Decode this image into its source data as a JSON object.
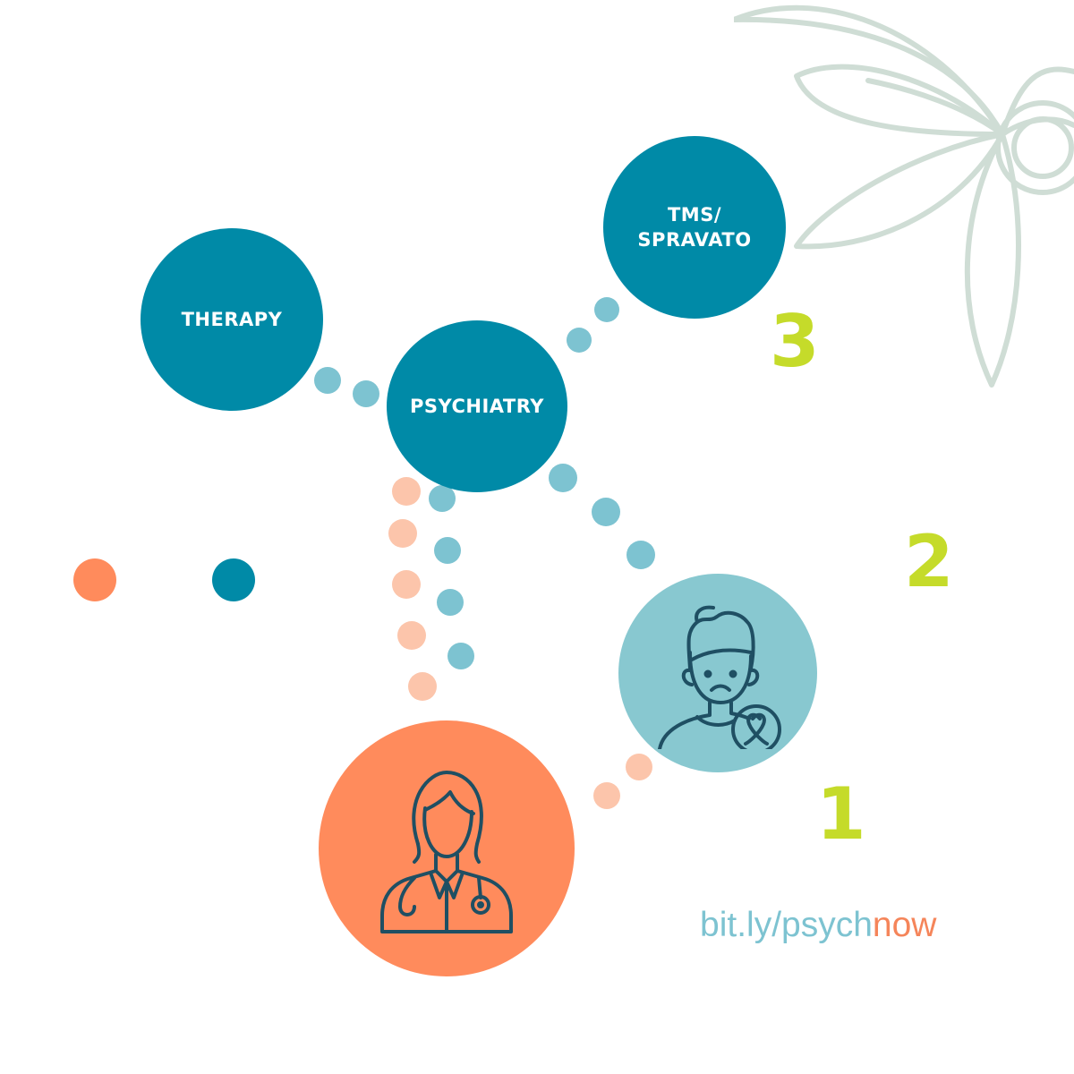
{
  "nodes": {
    "therapy": "THERAPY",
    "psychiatry": "PSYCHIATRY",
    "tms": "TMS/\nSPRAVATO"
  },
  "steps": {
    "one": "1",
    "two": "2",
    "three": "3"
  },
  "url": {
    "prefix": "bit.ly/psych",
    "highlight": "now"
  },
  "icons": {
    "doctor": "female-doctor-icon",
    "patient": "sad-patient-ribbon-icon",
    "decoration": "lotus-outline-icon"
  },
  "colors": {
    "teal": "#008aa7",
    "light_teal": "#88c8d0",
    "light_blue_dot": "#7dc3d1",
    "orange": "#ff8b5c",
    "peach_dot": "#fcc5ab",
    "lime": "#c5db2a",
    "icon_stroke": "#1f4f63",
    "lotus_stroke": "#cfddd5"
  }
}
